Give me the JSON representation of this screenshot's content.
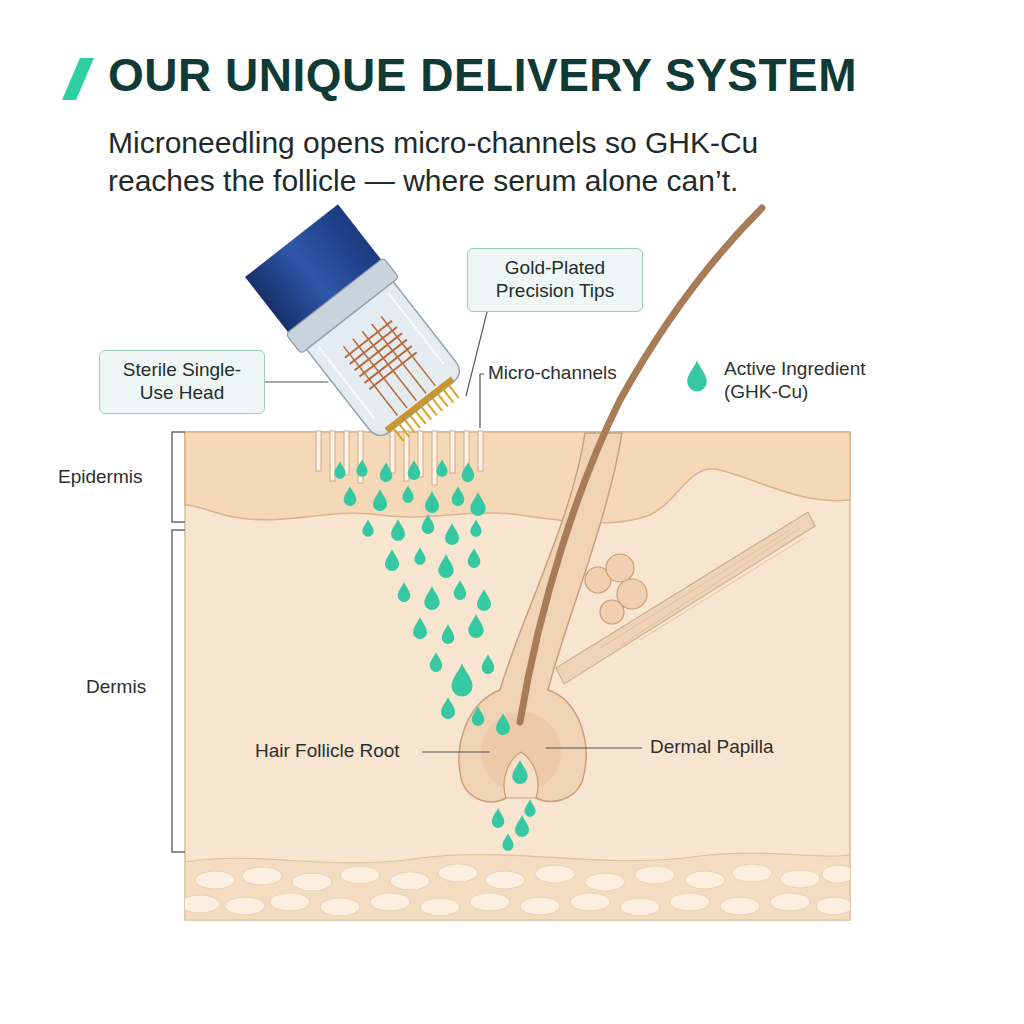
{
  "diagram": {
    "title": "OUR UNIQUE DELIVERY SYSTEM",
    "nodes": [
      {
        "text": [
          "Gold-Plated Precision Tips"
        ]
      },
      {
        "text": [
          "Sterile Single-Use Head"
        ]
      }
    ],
    "labels": [
      "Microneedling opens micro-channels so GHK-Cu reaches the follicle — where serum alone can’t.",
      "Micro-channels",
      "Epidermis",
      "Dermis",
      "Hair Follicle Root",
      "Dermal Papilla"
    ],
    "legend": [
      {
        "text": "Active Ingredient (GHK-Cu)",
        "color": "#36c8a3"
      }
    ]
  }
}
